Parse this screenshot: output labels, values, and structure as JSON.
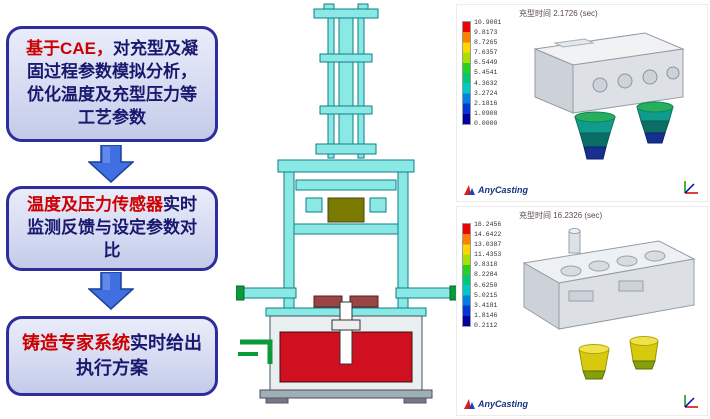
{
  "flow": {
    "box1": {
      "highlight": "基于CAE，",
      "text": "对充型及凝固过程参数模拟分析，优化温度及充型压力等工艺参数"
    },
    "box2": {
      "highlight": "温度及压力传感器",
      "text": "实时监测反馈与设定参数对比"
    },
    "box3": {
      "highlight": "铸造专家系统",
      "text": "实时给出执行方案"
    }
  },
  "sims": [
    {
      "title": "充型时间  2.1726 (sec)",
      "legend": [
        "10.9081",
        "9.8173",
        "8.7265",
        "7.6357",
        "6.5449",
        "5.4541",
        "4.3632",
        "3.2724",
        "2.1816",
        "1.0908",
        "0.0000"
      ],
      "logo": "AnyCasting"
    },
    {
      "title": "充型时间  16.2326 (sec)",
      "legend": [
        "16.2456",
        "14.6422",
        "13.0387",
        "11.4353",
        "9.8318",
        "8.2284",
        "6.6250",
        "5.0215",
        "3.4181",
        "1.8146",
        "0.2112"
      ],
      "logo": "AnyCasting"
    }
  ],
  "colors": {
    "accent_red": "#cc0000",
    "navy": "#18186e",
    "arrow_blue": "#3f6fe0"
  }
}
